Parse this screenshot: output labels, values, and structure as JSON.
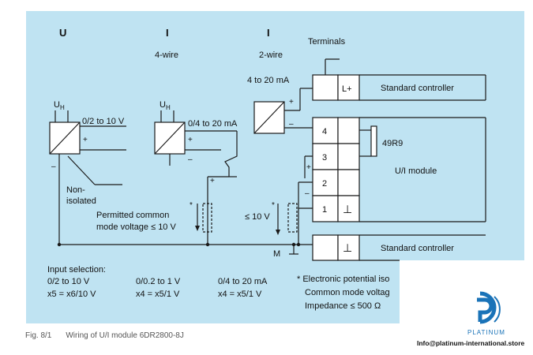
{
  "diagram": {
    "headers": {
      "u": "U",
      "i1": "I",
      "i1_sub": "4-wire",
      "i2": "I",
      "i2_sub": "2-wire"
    },
    "terminals_label": "Terminals",
    "current_label": "4 to 20 mA",
    "l_plus": "L+",
    "controller_top": "Standard controller",
    "controller_bottom": "Standard controller",
    "ground_symbol": "⊥",
    "term_numbers": [
      "4",
      "3",
      "2",
      "1"
    ],
    "resistor": "49R9",
    "module": "U/I module",
    "uh": "U",
    "uh_sub": "H",
    "range_u": "0/2 to 10 V",
    "range_i": "0/4 to 20 mA",
    "plus": "+",
    "minus": "–",
    "non_isolated_1": "Non-",
    "non_isolated_2": "isolated",
    "permitted_1": "Permitted common",
    "permitted_2": "mode voltage ≤ 10 V",
    "le10v": "≤ 10 V",
    "asterisk": "*",
    "m": "M",
    "input_selection": {
      "title": "Input selection:",
      "col1": [
        "0/2 to 10 V",
        "x5 = x6/10 V"
      ],
      "col2": [
        "0/0.2 to 1 V",
        "x4 = x5/1 V"
      ],
      "col3": [
        "0/4 to 20 mA",
        "x4 = x5/1 V"
      ]
    },
    "footnote": [
      "* Electronic potential iso",
      "Common mode voltag",
      "Impedance ≤ 500 Ω"
    ]
  },
  "caption": {
    "fig": "Fig. 8/1",
    "text": "Wiring of U/I module 6DR2800-8J"
  },
  "brand": {
    "name": "PLATINUM",
    "email": "Info@platinum-international.store"
  },
  "colors": {
    "panel": "#bfe3f2",
    "line": "#1a1a1a",
    "brand": "#1a73b8"
  }
}
